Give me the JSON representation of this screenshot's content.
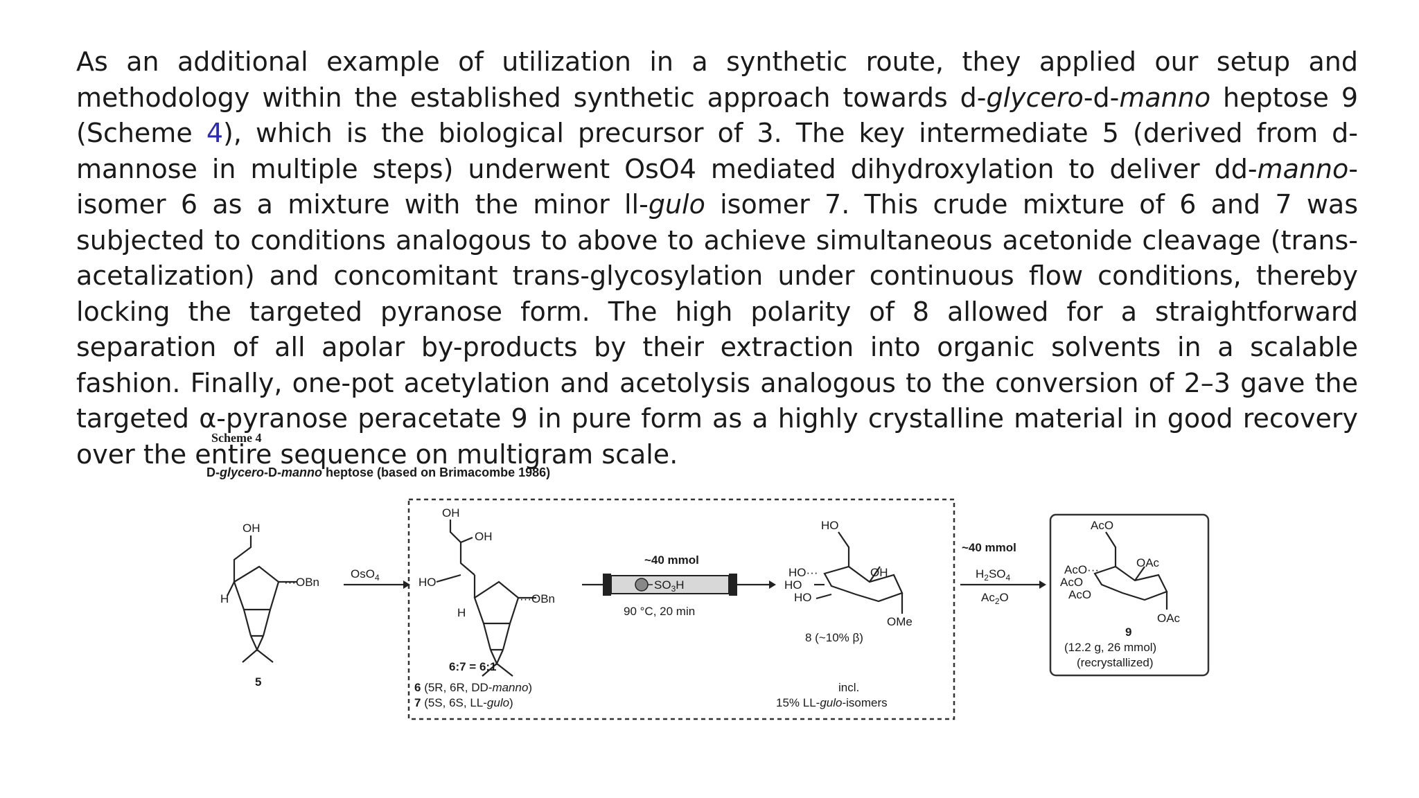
{
  "paragraph": {
    "s01": "As an additional example of utilization in a synthetic route, they applied our setup and methodology within the established synthetic approach towards d-",
    "s02": "glycero",
    "s03": "-d-",
    "s04": "manno",
    "s05": " heptose ",
    "s06": "9",
    "s07": " (Scheme ",
    "s08": "4",
    "s09": "), which is the biological precursor of ",
    "s10": "3",
    "s11": ". The key intermediate ",
    "s12": "5",
    "s13": " (derived from d-mannose in multiple steps) underwent OsO4 mediated dihydroxylation to deliver dd-",
    "s14": "manno",
    "s15": "-isomer ",
    "s16": "6",
    "s17": " as a mixture with the minor ll-",
    "s18": "gulo",
    "s19": " isomer ",
    "s20": "7",
    "s21": ". This crude mixture of ",
    "s22": "6",
    "s23": " and ",
    "s24": "7",
    "s25": " was subjected to conditions analogous to above to achieve simultaneous acetonide cleavage (trans-acetalization) and concomitant trans-glycosylation under continuous flow conditions, thereby locking the targeted pyranose form. The high polarity of ",
    "s26": "8",
    "s27": " allowed for a straightforward separation of all apolar by-products by their extraction into organic solvents in a scalable fashion. Finally, one-pot acetylation and acetolysis analogous to the conversion of ",
    "s28": "2",
    "s29": "–",
    "s30": "3",
    "s31": " gave the targeted α-pyranose peracetate ",
    "s32": "9",
    "s33": " in pure form as a highly crystalline material in good recovery over the entire sequence on multigram scale."
  },
  "scheme": {
    "label": "Scheme 4",
    "title_prefix": "D-",
    "title_it1": "glycero",
    "title_mid": "-D-",
    "title_it2": "manno",
    "title_rest": " heptose (based on Brimacombe 1986)",
    "cmpd5": {
      "oh": "OH",
      "obn": "···OBn",
      "h": "H",
      "label": "5"
    },
    "arrow1": {
      "reagent": "OsO",
      "sub": "4"
    },
    "cmpd67": {
      "oh_top": "OH",
      "oh2": "OH",
      "ho": "HO",
      "obn": "···OBn",
      "h": "H",
      "ratio": "6:7 = 6:1",
      "line1_num": "6",
      "line1_a": " (5R, 6R, DD-",
      "line1_it": "manno",
      "line1_b": ")",
      "line2_num": "7",
      "line2_a": " (5S, 6S, LL-",
      "line2_it": "gulo",
      "line2_b": ")"
    },
    "flow": {
      "scale": "~40 mmol",
      "reagent": "SO",
      "reagent_sub": "3",
      "reagent_end": "H",
      "conditions": "90 °C, 20 min"
    },
    "cmpd8": {
      "ho_top": "HO",
      "ho1": "HO···",
      "oh": "OH",
      "ho2": "HO",
      "ho3": "HO",
      "ome": "OMe",
      "label": "8 (~10% β)",
      "note1": "incl.",
      "note2_a": "15% LL-",
      "note2_it": "gulo",
      "note2_b": "-isomers"
    },
    "arrow2": {
      "scale": "~40 mmol",
      "reagent1": "H",
      "reagent1_sub1": "2",
      "reagent1_mid": "SO",
      "reagent1_sub2": "4",
      "reagent2": "Ac",
      "reagent2_sub": "2",
      "reagent2_end": "O"
    },
    "cmpd9": {
      "aco_top": "AcO",
      "aco1": "AcO···",
      "oac1": "OAc",
      "aco2": "AcO",
      "aco3": "AcO",
      "oac2": "OAc",
      "label": "9",
      "yield": "(12.2 g, 26 mmol)",
      "note": "(recrystallized)"
    }
  }
}
